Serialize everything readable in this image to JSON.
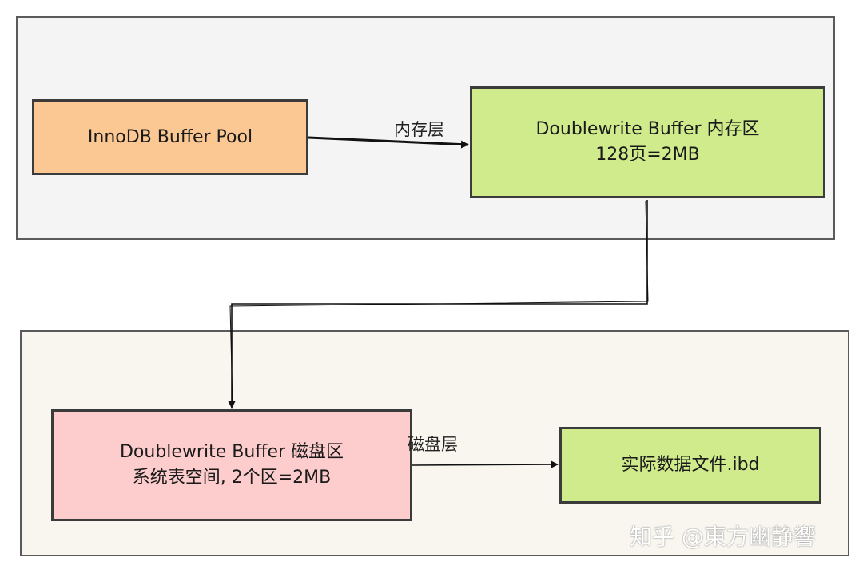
{
  "layers": {
    "memory": {
      "fill": "#f4f4f4"
    },
    "disk": {
      "fill": "#f8f6ef"
    }
  },
  "nodes": {
    "buffer_pool": {
      "line1": "InnoDB Buffer Pool",
      "fill": "#fbc894"
    },
    "doublewrite_memory": {
      "line1": "Doublewrite Buffer 内存区",
      "line2": "128页=2MB",
      "fill": "#cfeb8c"
    },
    "doublewrite_disk": {
      "line1": "Doublewrite Buffer 磁盘区",
      "line2": "系统表空间, 2个区=2MB",
      "fill": "#fdcccc"
    },
    "data_file": {
      "line1": "实际数据文件.ibd",
      "fill": "#cfeb8c"
    }
  },
  "edges": {
    "memory_layer": {
      "label": "内存层"
    },
    "disk_layer": {
      "label": "磁盘层"
    }
  },
  "watermark": "知乎 @東方幽静響"
}
